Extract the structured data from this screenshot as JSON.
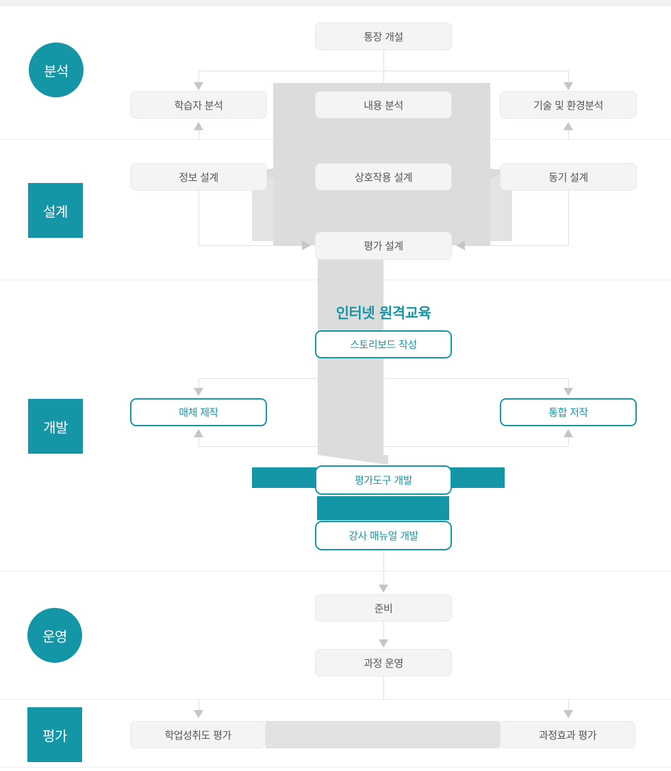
{
  "stages": [
    {
      "label": "분석",
      "shape": "circle"
    },
    {
      "label": "설계",
      "shape": "square"
    },
    {
      "label": "개발",
      "shape": "square"
    },
    {
      "label": "운영",
      "shape": "circle"
    },
    {
      "label": "평가",
      "shape": "square"
    }
  ],
  "nodes": {
    "account_opening": "통장 개설",
    "learner_analysis": "학습자 분석",
    "content_analysis": "내용 분석",
    "tech_env_analysis": "기술 및 환경분석",
    "info_design": "정보 설계",
    "interaction_design": "상호작용 설계",
    "motivation_design": "동기 설계",
    "evaluation_design": "평가 설계",
    "internet_remote_education": "인터넷 원격교육",
    "storyboard_writing": "스토리보드 작성",
    "media_production": "매체 제작",
    "integrated_authoring": "통합 저작",
    "evaluation_tool_development": "평가도구 개발",
    "instructor_manual_development": "강사 매뉴얼 개발",
    "preparation": "준비",
    "course_operation": "과정 운영",
    "achievement_evaluation": "학업성취도 평가",
    "course_effect_evaluation": "과정효과 평가"
  },
  "colors": {
    "teal": "#1596a7",
    "band": "#dcdcdc",
    "strip": "#e3e3e3",
    "bandlow": "#e2e2e2",
    "line": "#e0e0e0",
    "arrow": "#c6c6c6",
    "boxbg": "#f4f4f4",
    "boxbd": "#e7e7e7",
    "boxtx": "#555555",
    "div": "#ececec",
    "topstrip": "#f1f1f1"
  }
}
